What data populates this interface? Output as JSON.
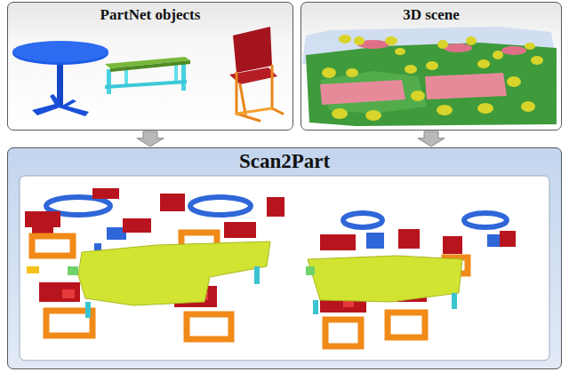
{
  "diagram": {
    "nodes": [
      {
        "text": [
          "PartNet objects"
        ]
      },
      {
        "text": [
          "3D scene"
        ]
      },
      {
        "text": [
          "Scan2Part"
        ]
      }
    ],
    "edges": [
      {
        "from": 0,
        "to": 2,
        "arrow": "to"
      },
      {
        "from": 1,
        "to": 2,
        "arrow": "to"
      }
    ]
  }
}
